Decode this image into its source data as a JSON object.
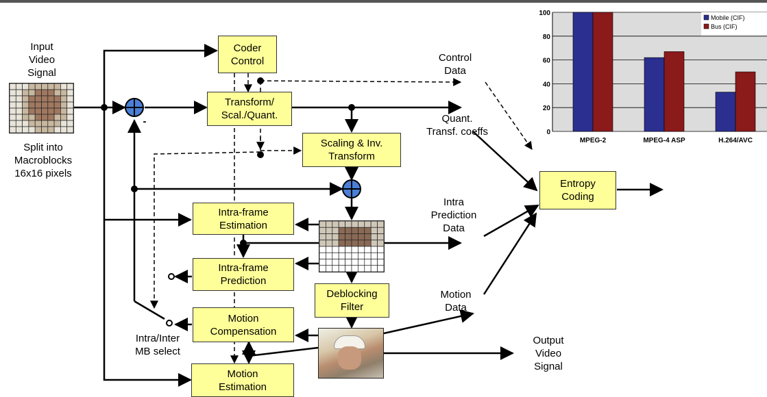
{
  "input": {
    "label": "Input\nVideo\nSignal",
    "split_label": "Split into\nMacroblocks\n16x16 pixels"
  },
  "blocks": {
    "coder_control": "Coder\nControl",
    "transform": "Transform/\nScal./Quant.",
    "scaling": "Scaling & Inv.\nTransform",
    "intra_estimation": "Intra-frame\nEstimation",
    "intra_prediction": "Intra-frame\nPrediction",
    "deblocking": "Deblocking\nFilter",
    "motion_compensation": "Motion\nCompensation",
    "motion_estimation": "Motion\nEstimation",
    "entropy_coding": "Entropy\nCoding"
  },
  "labels": {
    "control_data": "Control\nData",
    "quant_coeffs": "Quant.\nTransf. coeffs",
    "intra_prediction_data": "Intra\nPrediction\nData",
    "motion_data": "Motion\nData",
    "intra_inter_select": "Intra/Inter\nMB select",
    "output": "Output\nVideo\nSignal",
    "minus": "-"
  },
  "colors": {
    "block_fill": "#ffff99",
    "adder_fill": "#4a7fd6",
    "series1": "#2b2f8f",
    "series2": "#8b1a1a",
    "chart_bg": "#dcdcdc"
  },
  "chart_data": {
    "type": "bar",
    "categories": [
      "MPEG-2",
      "MPEG-4 ASP",
      "H.264/AVC"
    ],
    "series": [
      {
        "name": "Mobile (CIF)",
        "values": [
          100,
          62,
          33
        ]
      },
      {
        "name": "Bus (CIF)",
        "values": [
          100,
          67,
          50
        ]
      }
    ],
    "ylim": [
      0,
      100
    ],
    "yticks": [
      "0",
      "20",
      "40",
      "60",
      "80",
      "100"
    ],
    "grid": true,
    "legend": "top-right"
  }
}
